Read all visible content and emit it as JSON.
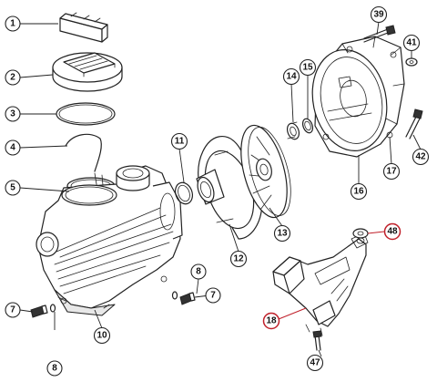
{
  "parts": [
    {
      "id": "p1",
      "number": "1"
    },
    {
      "id": "p2",
      "number": "2"
    },
    {
      "id": "p3",
      "number": "3"
    },
    {
      "id": "p4",
      "number": "4"
    },
    {
      "id": "p5",
      "number": "5"
    },
    {
      "id": "p7a",
      "number": "7"
    },
    {
      "id": "p7b",
      "number": "7"
    },
    {
      "id": "p8a",
      "number": "8"
    },
    {
      "id": "p8b",
      "number": "8"
    },
    {
      "id": "p10",
      "number": "10"
    },
    {
      "id": "p11",
      "number": "11"
    },
    {
      "id": "p12",
      "number": "12"
    },
    {
      "id": "p13",
      "number": "13"
    },
    {
      "id": "p14",
      "number": "14"
    },
    {
      "id": "p15",
      "number": "15"
    },
    {
      "id": "p16",
      "number": "16"
    },
    {
      "id": "p17",
      "number": "17"
    },
    {
      "id": "p18",
      "number": "18",
      "highlighted": true
    },
    {
      "id": "p39",
      "number": "39"
    },
    {
      "id": "p41",
      "number": "41"
    },
    {
      "id": "p42",
      "number": "42"
    },
    {
      "id": "p47",
      "number": "47"
    },
    {
      "id": "p48",
      "number": "48",
      "highlighted": true
    }
  ],
  "colors": {
    "line": "#222222",
    "highlight": "#c0202a",
    "background": "#ffffff"
  }
}
